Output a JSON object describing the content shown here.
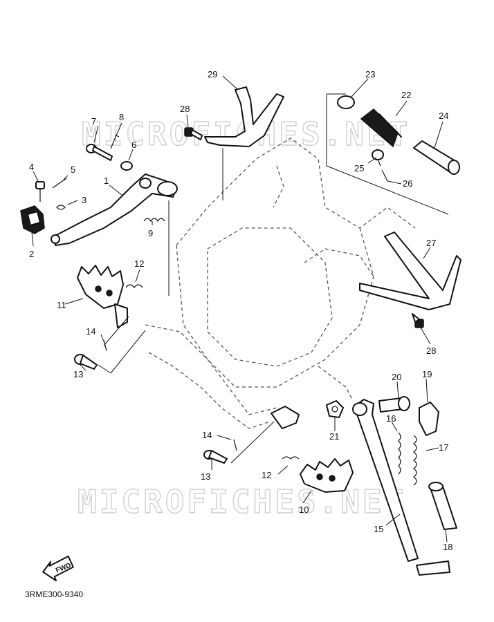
{
  "watermark": "MICROFICHES.NET",
  "diagram_code": "3RME300-9340",
  "fwd_label": "FWD",
  "callouts": [
    "1",
    "2",
    "3",
    "4",
    "5",
    "6",
    "7",
    "8",
    "9",
    "10",
    "11",
    "12",
    "12",
    "13",
    "13",
    "14",
    "14",
    "15",
    "16",
    "17",
    "18",
    "19",
    "20",
    "21",
    "22",
    "23",
    "24",
    "25",
    "26",
    "27",
    "28",
    "28",
    "29"
  ]
}
